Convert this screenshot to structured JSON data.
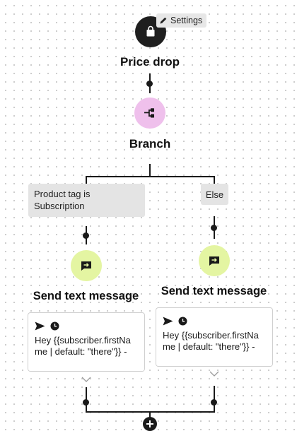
{
  "trigger": {
    "title": "Price drop",
    "icon": "shopping-bag-icon",
    "settings_label": "Settings",
    "settings_icon": "pencil-icon"
  },
  "branch": {
    "title": "Branch",
    "icon": "branch-icon",
    "conditions": [
      {
        "label": "Product tag is Subscription"
      },
      {
        "label": "Else"
      }
    ]
  },
  "actions": [
    {
      "title": "Send text message",
      "icon": "sms-icon",
      "card_icons": [
        "send-icon",
        "clock-icon"
      ],
      "preview": "Hey {{subscriber.firstName | default: \"there\"}} -"
    },
    {
      "title": "Send text message",
      "icon": "sms-icon",
      "card_icons": [
        "send-icon",
        "clock-icon"
      ],
      "preview": "Hey {{subscriber.firstName | default: \"there\"}} -"
    }
  ],
  "add_step_icon": "plus-icon",
  "colors": {
    "trigger": "#1f1f1f",
    "branch": "#efc0ec",
    "sms": "#e4f5a2",
    "condition_bg": "#e4e4e4",
    "line": "#1a1a1a"
  }
}
